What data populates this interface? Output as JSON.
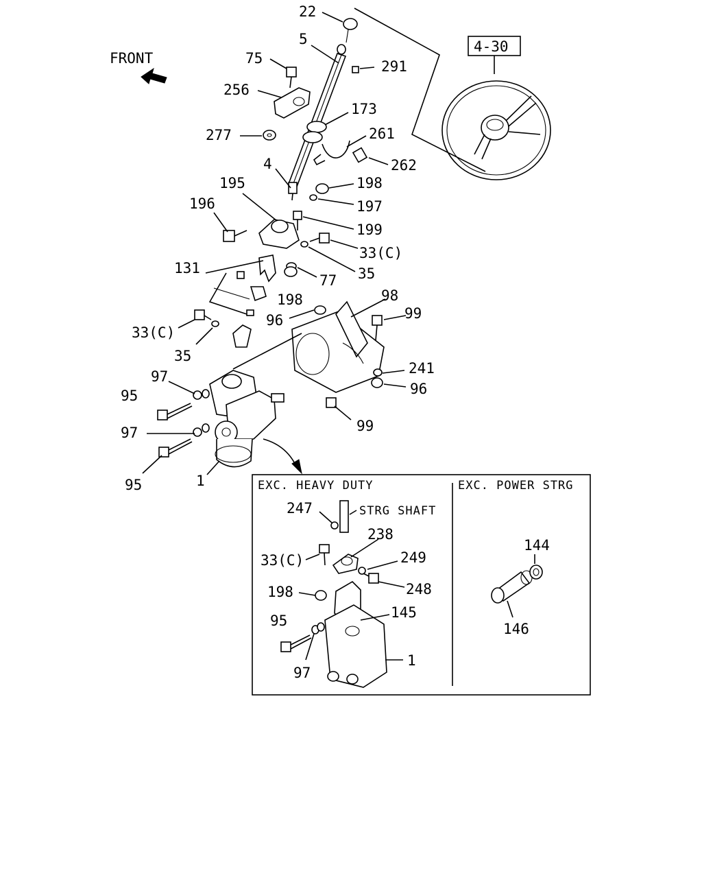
{
  "front_label": "FRONT",
  "ref_box": "4-30",
  "inset": {
    "left_title": "EXC. HEAVY  DUTY",
    "right_title": "EXC. POWER  STRG",
    "shaft_label": "STRG SHAFT"
  },
  "labels": {
    "n22": "22",
    "n5": "5",
    "n291": "291",
    "n75": "75",
    "n256": "256",
    "n173": "173",
    "n277": "277",
    "n261": "261",
    "n262": "262",
    "n4": "4",
    "n198a": "198",
    "n195": "195",
    "n197": "197",
    "n196": "196",
    "n199": "199",
    "n33a": "33(C)",
    "n35a": "35",
    "n131": "131",
    "n77": "77",
    "n198b": "198",
    "n98": "98",
    "n96a": "96",
    "n99a": "99",
    "n33b": "33(C)",
    "n35b": "35",
    "n241": "241",
    "n96b": "96",
    "n97a": "97",
    "n95a": "95",
    "n99b": "99",
    "n97b": "97",
    "n95b": "95",
    "n1a": "1",
    "n247": "247",
    "n238": "238",
    "n33c": "33(C)",
    "n249": "249",
    "n248": "248",
    "n198c": "198",
    "n145": "145",
    "n95c": "95",
    "n97c": "97",
    "n1b": "1",
    "n144": "144",
    "n146": "146"
  }
}
